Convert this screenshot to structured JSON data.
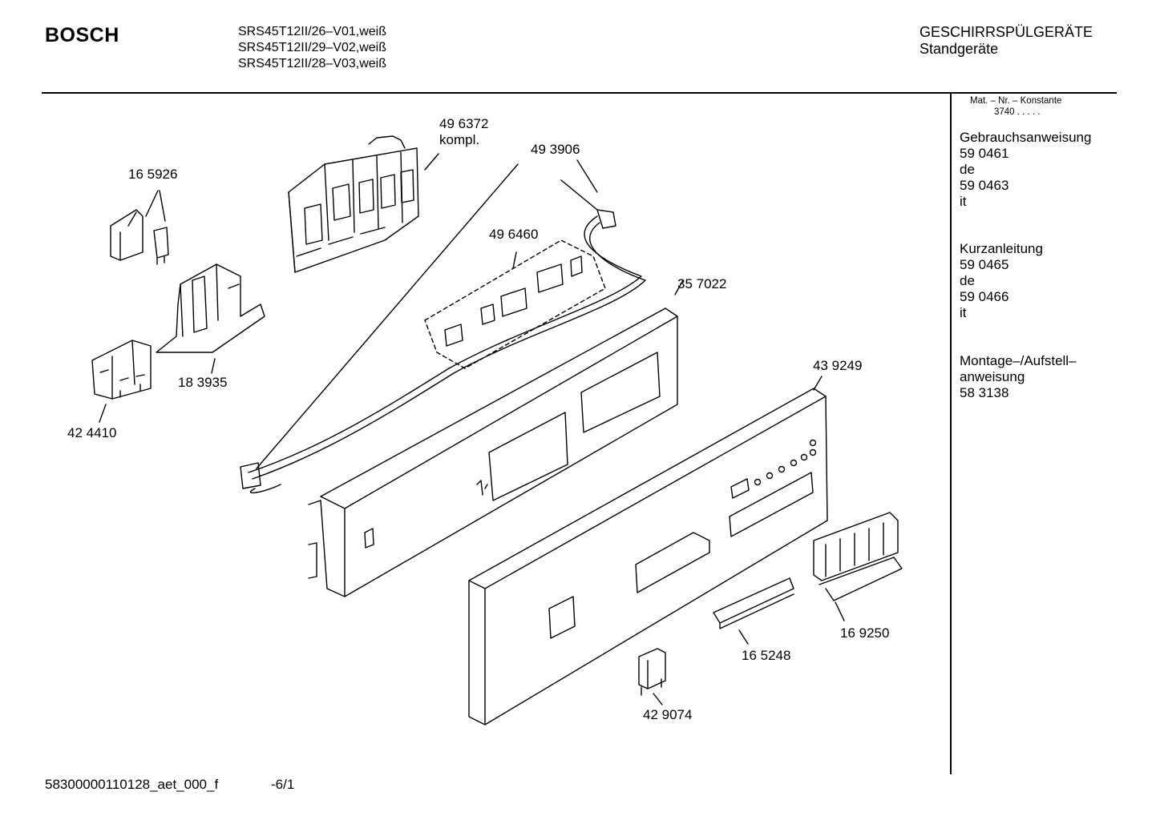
{
  "header": {
    "brand": "BOSCH",
    "models": [
      "SRS45T12II/26–V01,weiß",
      "SRS45T12II/29–V02,weiß",
      "SRS45T12II/28–V03,weiß"
    ],
    "category": "GESCHIRRSPÜLGERÄTE",
    "subcategory": "Standgeräte"
  },
  "sidebar": {
    "mat_heading": "Mat. – Nr. – Konstante",
    "mat_value": "3740  .  .  .  .  .",
    "docs": [
      {
        "title": "Gebrauchsanweisung",
        "lines": [
          "59 0461",
          "de",
          "59 0463",
          "it"
        ]
      },
      {
        "title": "Kurzanleitung",
        "lines": [
          "59 0465",
          "de",
          "59 0466",
          "it"
        ]
      },
      {
        "title": "Montage–/Aufstell–",
        "lines": [
          "anweisung",
          "58 3138"
        ]
      }
    ]
  },
  "parts": {
    "p496372": "49 6372",
    "p496372_note": "kompl.",
    "p165926": "16 5926",
    "p493906": "49 3906",
    "p496460": "49 6460",
    "p357022": "35 7022",
    "p183935": "18 3935",
    "p424410": "42 4410",
    "p439249": "43 9249",
    "p169250": "16 9250",
    "p165248": "16 5248",
    "p429074": "42 9074"
  },
  "footer": {
    "doc_id": "58300000110128_aet_000_f",
    "page": "-6/1"
  }
}
